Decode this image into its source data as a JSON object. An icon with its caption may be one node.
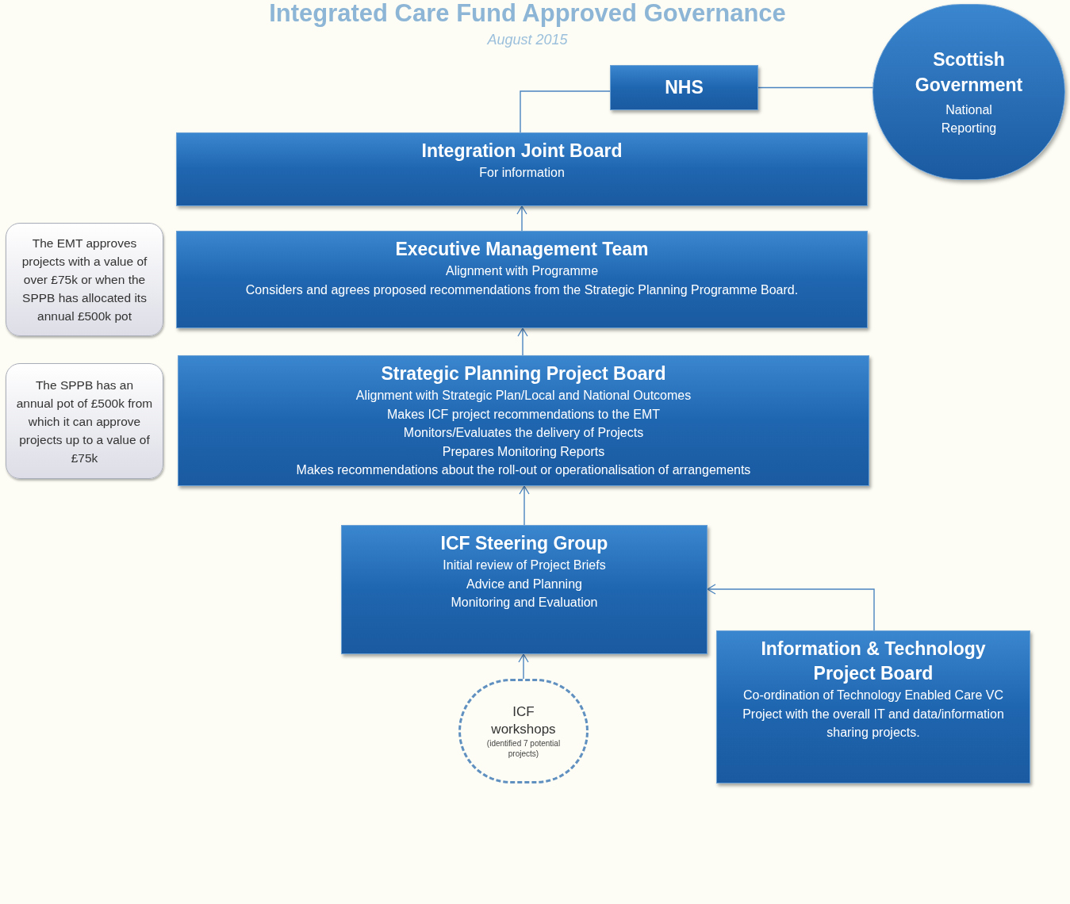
{
  "diagram": {
    "title": "Integrated Care Fund Approved Governance",
    "nodes": [
      {
        "text": [
          "NHS"
        ]
      },
      {
        "text": [
          "Scottish Government",
          "National Reporting"
        ]
      },
      {
        "text": [
          "Integration Joint Board",
          "For information"
        ]
      },
      {
        "text": [
          "The EMT approves projects with a value of over £75k or when the SPPB has allocated its annual £500k pot"
        ]
      },
      {
        "text": [
          "Executive Management Team",
          "Alignment with Programme",
          "Considers and agrees proposed recommendations from the Strategic Planning Programme Board."
        ]
      },
      {
        "text": [
          "The SPPB has an annual pot of £500k from which it can approve projects up to a value of £75k"
        ]
      },
      {
        "text": [
          "Strategic Planning Project Board",
          "Alignment with Strategic Plan/Local and National Outcomes",
          "Makes ICF project recommendations to the EMT",
          "Monitors/Evaluates the delivery of Projects",
          "Prepares Monitoring Reports",
          "Makes recommendations about the roll-out or operationalisation of arrangements"
        ]
      },
      {
        "text": [
          "ICF Steering Group",
          "Initial review of Project Briefs",
          "Advice and Planning",
          "Monitoring and Evaluation"
        ]
      },
      {
        "text": [
          "Information & Technology Project Board",
          "Co-ordination of Technology Enabled Care VC Project with the overall IT and data/information sharing projects."
        ]
      },
      {
        "text": [
          "ICF workshops",
          "(identified 7 potential projects)"
        ]
      }
    ],
    "edges": [
      {
        "from": 2,
        "to": 0,
        "arrow": "none"
      },
      {
        "from": 0,
        "to": 1,
        "arrow": "to"
      },
      {
        "from": 4,
        "to": 2,
        "arrow": "to"
      },
      {
        "from": 6,
        "to": 4,
        "arrow": "to"
      },
      {
        "from": 7,
        "to": 6,
        "arrow": "to"
      },
      {
        "from": 9,
        "to": 7,
        "arrow": "to"
      },
      {
        "from": 8,
        "to": 7,
        "arrow": "to"
      }
    ],
    "labels": [
      "August 2015"
    ]
  }
}
